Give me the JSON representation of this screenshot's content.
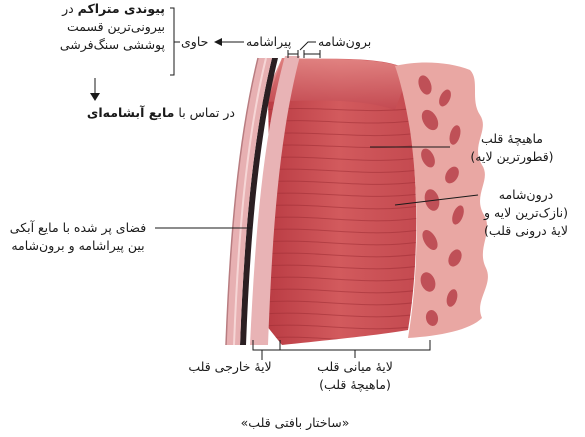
{
  "labels": {
    "connective_bold": "پیوندی متراکم",
    "connective_rest": " در",
    "connective_line2": "بیرونی‌ترین قسمت",
    "connective_line3": "پوششی سنگ‌فرشی",
    "contains": "حاوی",
    "pericardium": "پیراشامه",
    "epicardium": "برون‌شامه",
    "contact_text": "در تماس با ",
    "contact_bold": "مایع آبشامه‌ای",
    "myocardium_line1": "ماهیچهٔ قلب",
    "myocardium_line2": "(قطورترین لایه)",
    "endocardium_line1": "درون‌شامه",
    "endocardium_line2": "(نازک‌ترین لایه و",
    "endocardium_line3": "لایهٔ درونی قلب)",
    "space_line1": "فضای پر شده با مایع آبکی",
    "space_line2": "بین پیراشامه و برون‌شامه",
    "middle_layer_line1": "لایهٔ میانی قلب",
    "middle_layer_line2": "(ماهیچهٔ قلب)",
    "outer_layer": "لایهٔ خارجی قلب",
    "caption": "«ساختار بافتی قلب»"
  },
  "colors": {
    "muscle": "#c94a4f",
    "muscle_dark": "#9e2f36",
    "outer_membrane": "#e8b3b5",
    "endocardium": "#f0c9c6"
  }
}
